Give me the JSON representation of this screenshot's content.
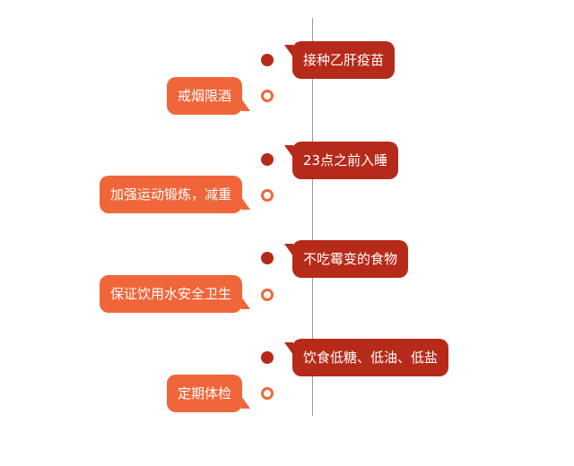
{
  "colors": {
    "axis": "#9a9a9a",
    "right_bubble": "#b62a1a",
    "left_bubble": "#f0663a"
  },
  "items": [
    {
      "side": "right",
      "text": "接种乙肝疫苗"
    },
    {
      "side": "left",
      "text": "戒烟限酒"
    },
    {
      "side": "right",
      "text": "23点之前入睡"
    },
    {
      "side": "left",
      "text": "加强运动锻炼，减重"
    },
    {
      "side": "right",
      "text": "不吃霉变的食物"
    },
    {
      "side": "left",
      "text": "保证饮用水安全卫生"
    },
    {
      "side": "right",
      "text": "饮食低糖、低油、低盐"
    },
    {
      "side": "left",
      "text": "定期体检"
    }
  ]
}
